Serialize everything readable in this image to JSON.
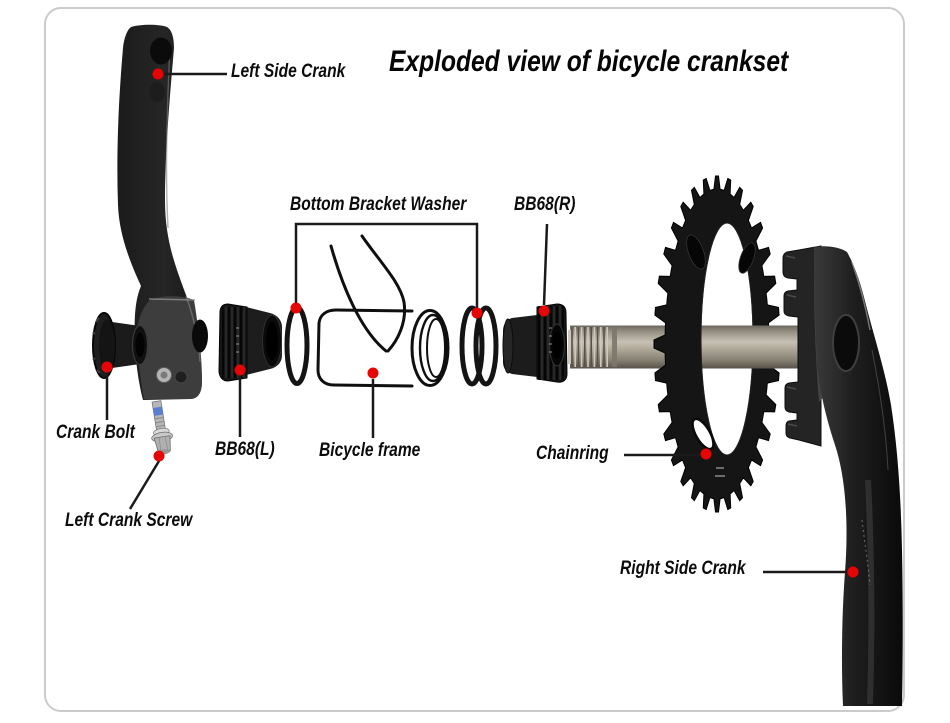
{
  "title": "Exploded view of bicycle crankset",
  "labels": {
    "left_side_crank": "Left Side Crank",
    "bottom_bracket_washer": "Bottom Bracket Washer",
    "bb68_r": "BB68(R)",
    "crank_bolt": "Crank Bolt",
    "bb68_l": "BB68(L)",
    "bicycle_frame": "Bicycle frame",
    "left_crank_screw": "Left Crank Screw",
    "chainring": "Chainring",
    "right_side_crank": "Right Side Crank"
  },
  "colors": {
    "marker": "#e60505",
    "leader_line": "#1a1a1a",
    "card_border": "#cbcbcb",
    "part_black": "#161616",
    "spindle": "#a9a294"
  }
}
